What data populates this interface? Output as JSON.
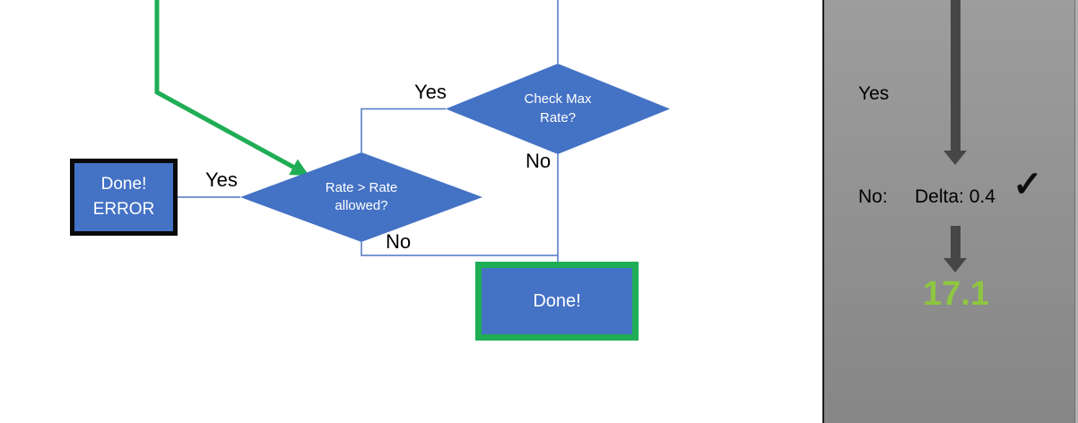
{
  "colors": {
    "node_fill": "#4472c4",
    "node_text": "#ffffff",
    "connector": "#4e77c2",
    "green": "#1fad55",
    "error_border": "#0a0a0a",
    "label_text": "#000000",
    "panel_top": "#9d9d9d",
    "panel_bottom": "#868686",
    "panel_border": "#1c1c1c",
    "panel_arrow": "#464646",
    "result_green": "#8ec641"
  },
  "flowchart": {
    "decision_check_max_rate": {
      "line1": "Check Max",
      "line2": "Rate?",
      "yes_label": "Yes",
      "no_label": "No"
    },
    "decision_rate_allowed": {
      "line1": "Rate > Rate",
      "line2": "allowed?",
      "yes_label": "Yes",
      "no_label": "No"
    },
    "terminal_error": {
      "line1": "Done!",
      "line2": "ERROR"
    },
    "terminal_done": {
      "label": "Done!"
    }
  },
  "side_panel": {
    "yes_label": "Yes",
    "no_label": "No:",
    "delta_text": "Delta: 0.4",
    "checkmark": "✓",
    "result_value": "17.1"
  }
}
